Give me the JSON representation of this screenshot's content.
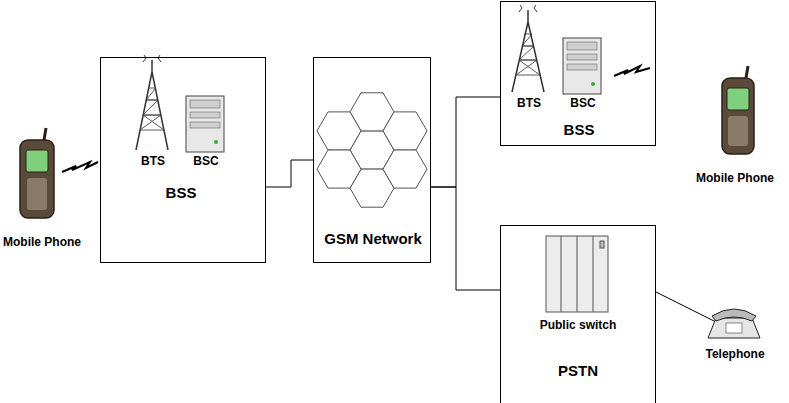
{
  "diagram": {
    "nodes": [
      {
        "text": [
          "BTS",
          "BSC",
          "BSS"
        ]
      },
      {
        "text": [
          "GSM Network"
        ]
      },
      {
        "text": [
          "BTS",
          "BSC",
          "BSS"
        ]
      },
      {
        "text": [
          "Public switch",
          "PSTN"
        ]
      }
    ],
    "edges": [
      {
        "from": 0,
        "to": 1,
        "arrow": "none"
      },
      {
        "from": 1,
        "to": 2,
        "arrow": "none"
      },
      {
        "from": 1,
        "to": 3,
        "arrow": "none"
      }
    ],
    "labels": [
      "Mobile Phone",
      "Mobile Phone",
      "Telephone"
    ]
  }
}
